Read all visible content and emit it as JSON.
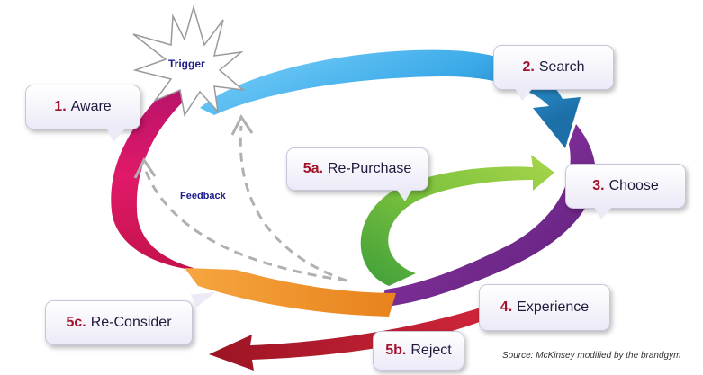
{
  "stages": {
    "aware": {
      "num": "1.",
      "label": "Aware"
    },
    "search": {
      "num": "2.",
      "label": "Search"
    },
    "choose": {
      "num": "3.",
      "label": "Choose"
    },
    "experience": {
      "num": "4.",
      "label": "Experience"
    },
    "repurchase": {
      "num": "5a.",
      "label": "Re-Purchase"
    },
    "reject": {
      "num": "5b.",
      "label": "Reject"
    },
    "reconsider": {
      "num": "5c.",
      "label": "Re-Consider"
    }
  },
  "labels": {
    "trigger": "Trigger",
    "feedback": "Feedback"
  },
  "source": "Source: McKinsey modified by the brandgym",
  "colors": {
    "magenta": "#d6155e",
    "blue": "#3aa9e8",
    "purple": "#7a2a8e",
    "green": "#7cc23d",
    "orange": "#f0922a",
    "red": "#b51b2e",
    "stage_number": "#a3122b",
    "small_label": "#1f1c8c"
  }
}
